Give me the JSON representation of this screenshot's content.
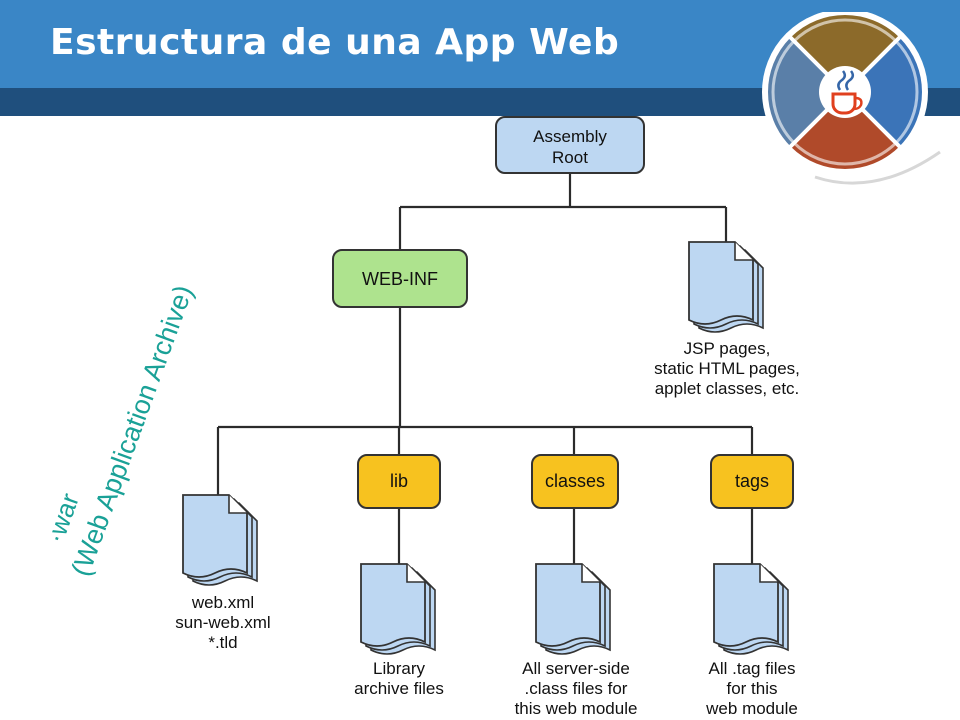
{
  "header": {
    "title": "Estructura de una App Web",
    "logo_icon": "java-coffee-cup-icon",
    "bar_color": "#3a86c6",
    "band_color": "#1f4f7d"
  },
  "side_caption": {
    "line1": "·war",
    "line2": "(Web Application Archive)",
    "color": "#1aa197"
  },
  "diagram": {
    "root": {
      "line1": "Assembly",
      "line2": "Root",
      "color": "#bdd7f2"
    },
    "web_inf": {
      "label": "WEB-INF",
      "color": "#aee38e"
    },
    "web_content": {
      "line1": "JSP pages,",
      "line2": "static HTML pages,",
      "line3": "applet classes, etc."
    },
    "deployment": {
      "line1": "web.xml",
      "line2": "sun-web.xml",
      "line3": "*.tld"
    },
    "lib": {
      "label": "lib",
      "color": "#f7c21f",
      "line1": "Library",
      "line2": "archive files"
    },
    "classes": {
      "label": "classes",
      "color": "#f7c21f",
      "line1": "All server-side",
      "line2": ".class files for",
      "line3": "this web module"
    },
    "tags": {
      "label": "tags",
      "color": "#f7c21f",
      "line1": "All .tag files",
      "line2": "for this",
      "line3": "web module"
    },
    "file_icon_color": "#bdd7f2"
  }
}
